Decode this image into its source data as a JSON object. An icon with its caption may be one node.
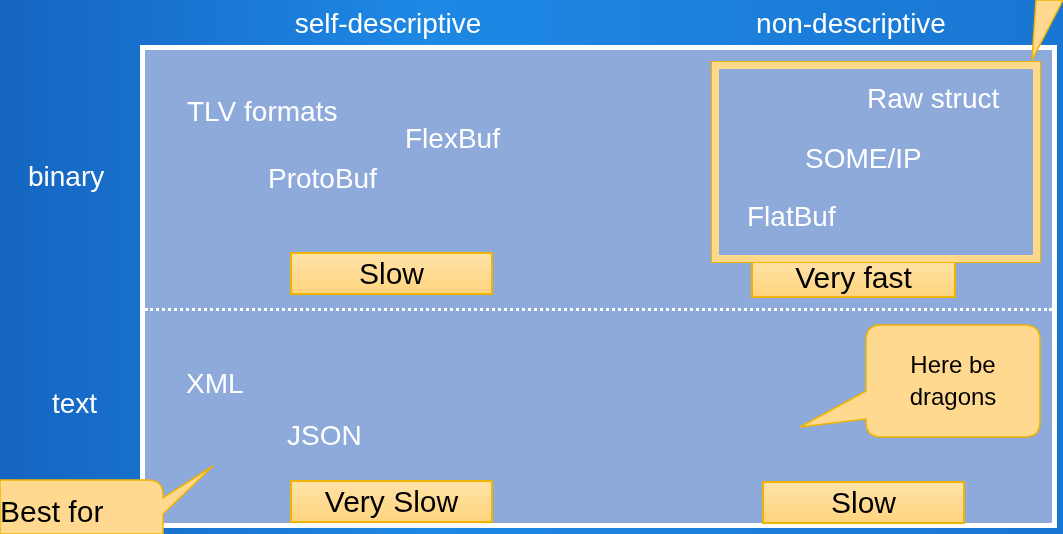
{
  "diagram": {
    "nodes": [
      {
        "text": [],
        "shape": "box"
      },
      {
        "text": [
          "Raw struct",
          "SOME/IP",
          "FlatBuf"
        ],
        "in": 0
      },
      {
        "text": [
          "Slow"
        ],
        "in": 0
      },
      {
        "text": [
          "Very fast"
        ],
        "in": 0
      },
      {
        "text": [
          "Here be dragons"
        ],
        "in": 0
      },
      {
        "text": [
          "Very Slow"
        ],
        "in": 0
      },
      {
        "text": [
          "Slow"
        ],
        "in": 0
      },
      {
        "text": [
          "Best for"
        ]
      },
      {
        "text": [],
        "shape": "callout"
      }
    ],
    "edges": [],
    "labels": [
      "self-descriptive",
      "non-descriptive",
      "binary",
      "TLV formats",
      "FlexBuf",
      "ProtoBuf",
      "text",
      "XML",
      "JSON"
    ]
  }
}
